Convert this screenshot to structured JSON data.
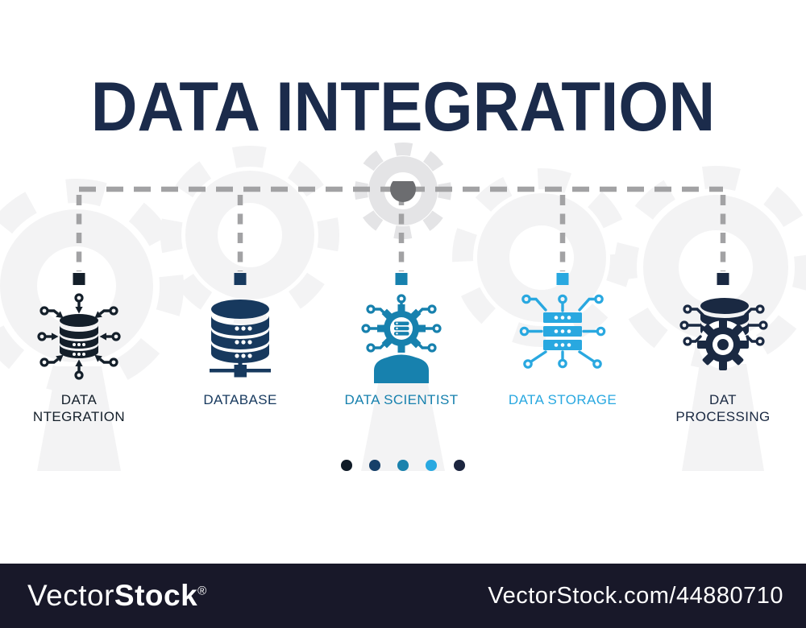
{
  "title": {
    "text": "DATA INTEGRATION",
    "color": "#1b2b4b"
  },
  "steps": [
    {
      "icon": "data-integration-icon",
      "color": "#141f2a",
      "label_lines": [
        "DATA",
        "NTEGRATION"
      ]
    },
    {
      "icon": "database-icon",
      "color": "#17395e",
      "label_lines": [
        "DATABASE",
        ""
      ]
    },
    {
      "icon": "data-scientist-icon",
      "color": "#1781ae",
      "label_lines": [
        "DATA SCIENTIST",
        ""
      ]
    },
    {
      "icon": "data-storage-icon",
      "color": "#29a8e0",
      "label_lines": [
        "DATA STORAGE",
        ""
      ]
    },
    {
      "icon": "data-processing-icon",
      "color": "#1a2942",
      "label_lines": [
        "DAT",
        "PROCESSING"
      ]
    }
  ],
  "connector": {
    "line_color": "#a2a2a4",
    "hub_color": "#6c6d70"
  },
  "pagination_dots": [
    {
      "color": "#101c28"
    },
    {
      "color": "#174069"
    },
    {
      "color": "#1b82ad"
    },
    {
      "color": "#29a9e1"
    },
    {
      "color": "#1d2640"
    }
  ],
  "watermark": {
    "bar_color": "#181829",
    "logo_light": "Vector",
    "logo_bold": "Stock",
    "registered": "®",
    "site_ref": "VectorStock.com/44880710"
  }
}
